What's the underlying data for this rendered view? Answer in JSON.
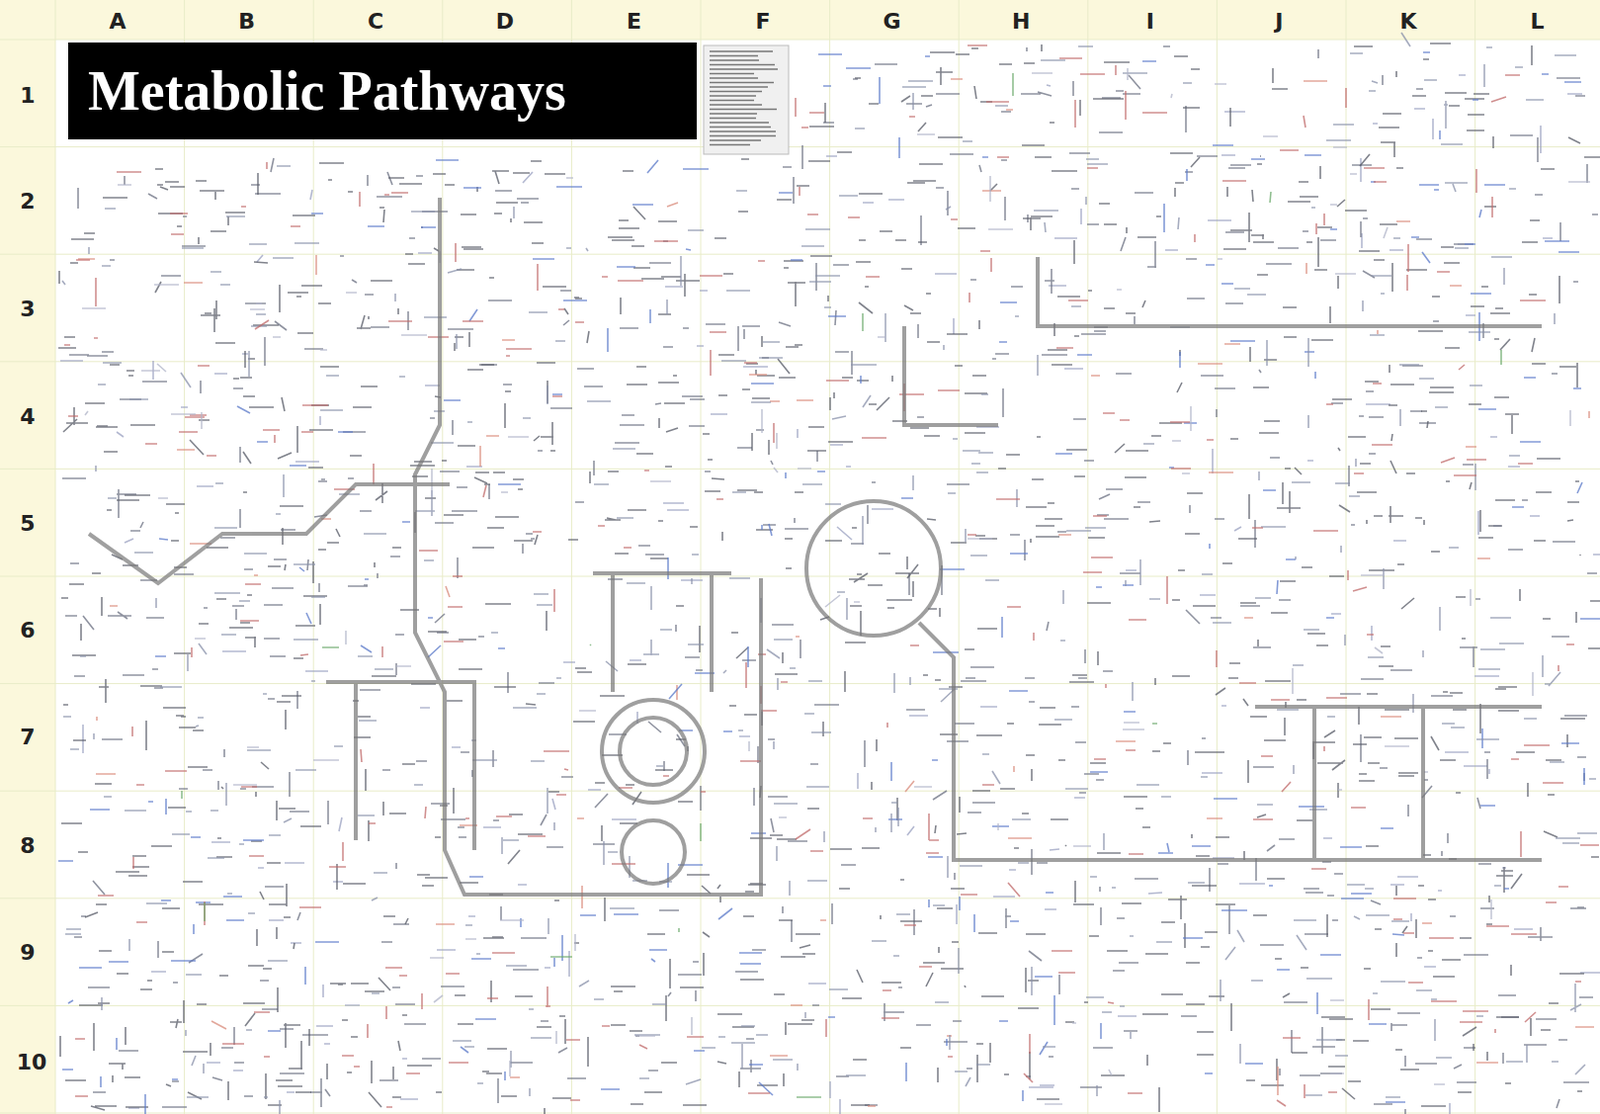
{
  "diagram": {
    "title": "Metabolic Pathways",
    "labels": [
      "A",
      "B",
      "C",
      "D",
      "E",
      "F",
      "G",
      "H",
      "I",
      "J",
      "K",
      "L",
      "1",
      "2",
      "3",
      "4",
      "5",
      "6",
      "7",
      "8",
      "9",
      "10"
    ]
  }
}
